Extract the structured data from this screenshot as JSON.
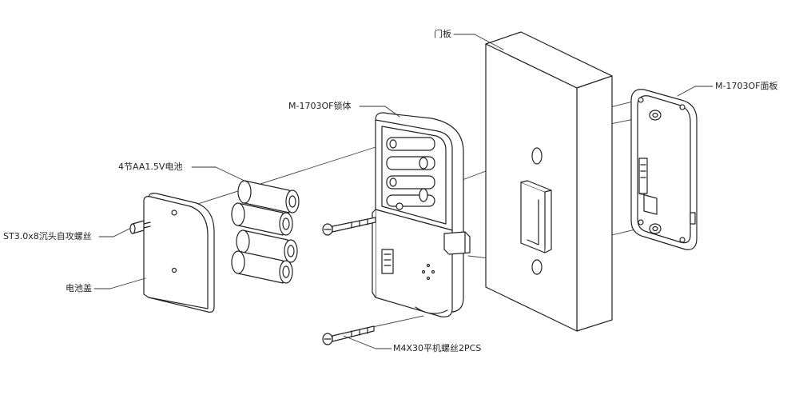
{
  "labels": {
    "door_panel": "门板",
    "face_plate": "M-1703OF面板",
    "lock_body": "M-1703OF锁体",
    "batteries": "4节AA1.5V电池",
    "screw_st": "ST3.0x8沉头自攻螺丝",
    "battery_cover": "电池盖",
    "machine_screws": "M4X30平机螺丝2PCS"
  }
}
